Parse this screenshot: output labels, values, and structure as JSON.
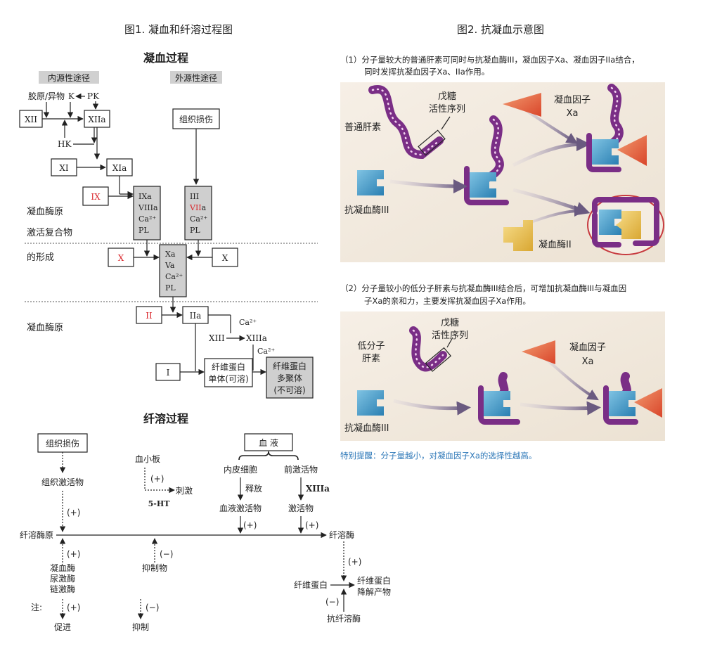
{
  "fig1": {
    "caption": "图1. 凝血和纤溶过程图",
    "coag_title": "凝血过程",
    "intrinsic": "内源性途径",
    "extrinsic": "外源性途径",
    "collagen": "胶原/异物",
    "k": "K",
    "pk": "PK",
    "hk": "HK",
    "xii": "XII",
    "xiia": "XIIa",
    "xi": "XI",
    "xia": "XIa",
    "tissue_injury": "组织损伤",
    "ix": "IX",
    "ixa_box": [
      "IXa",
      "VIIIa",
      "Ca²⁺",
      "PL"
    ],
    "iii_box_line1": "III",
    "iii_box_viia_red": "VII",
    "iii_box_viia_tail": "a",
    "iii_box_rest": [
      "Ca²⁺",
      "PL"
    ],
    "stage_label_1": "凝血酶原",
    "stage_label_2": "激活复合物",
    "stage_label_3": "的形成",
    "stage_label_4": "凝血酶原",
    "x_left": "X",
    "x_right": "X",
    "xa_box": [
      "Xa",
      "Va",
      "Ca²⁺",
      "PL"
    ],
    "ii": "II",
    "iia": "IIa",
    "ca_a": "Ca²⁺",
    "ca_b": "Ca²⁺",
    "xiii": "XIII",
    "xiiia": "XIIIa",
    "i": "I",
    "fibrin_monomer": [
      "纤维蛋白",
      "单体(可溶)"
    ],
    "fibrin_polymer": [
      "纤维蛋白",
      "多聚体",
      "(不可溶)"
    ],
    "fib_title": "纤溶过程",
    "fib_tissue_injury": "组织损伤",
    "tissue_activator": "组织激活物",
    "platelet": "血小板",
    "plus": "(+)",
    "minus": "(−)",
    "stimulate": "刺激",
    "ht5": "5-HT",
    "blood": "血 液",
    "endothelial": "内皮细胞",
    "pre_activator": "前激活物",
    "release": "释放",
    "xiiia_2": "XIIIa",
    "blood_activator": "血液激活物",
    "activator": "激活物",
    "plasminogen": "纤溶酶原",
    "plasmin": "纤溶酶",
    "enzymes": [
      "凝血酶",
      "尿激酶",
      "链激酶"
    ],
    "inhibitor": "抑制物",
    "fibrin": "纤维蛋白",
    "fibrin_products": [
      "纤维蛋白",
      "降解产物"
    ],
    "antiplasmin": "抗纤溶酶",
    "note_label": "注:",
    "promote": "促进",
    "inhibit": "抑制"
  },
  "fig2": {
    "caption": "图2. 抗凝血示意图",
    "p1_line1": "（1）分子量较大的普通肝素可同时与抗凝血酶III，凝血因子Xa、凝血因子IIa结合，",
    "p1_line2": "同时发挥抗凝血因子Xa、IIa作用。",
    "pentasaccharide_1": [
      "戊糖",
      "活性序列"
    ],
    "heparin": "普通肝素",
    "factor_xa_1": [
      "凝血因子",
      "Xa"
    ],
    "antithrombin_1": "抗凝血酶III",
    "thrombin": "凝血酶II",
    "p2_line1": "（2）分子量较小的低分子肝素与抗凝血酶III结合后，可增加抗凝血酶III与凝血因",
    "p2_line2": "子Xa的亲和力，主要发挥抗凝血因子Xa作用。",
    "pentasaccharide_2": [
      "戊糖",
      "活性序列"
    ],
    "lmw_heparin": [
      "低分子",
      "肝素"
    ],
    "factor_xa_2": [
      "凝血因子",
      "Xa"
    ],
    "antithrombin_2": "抗凝血酶III",
    "note": "特别提醒：分子量越小，对凝血因子Xa的选择性越高。"
  }
}
